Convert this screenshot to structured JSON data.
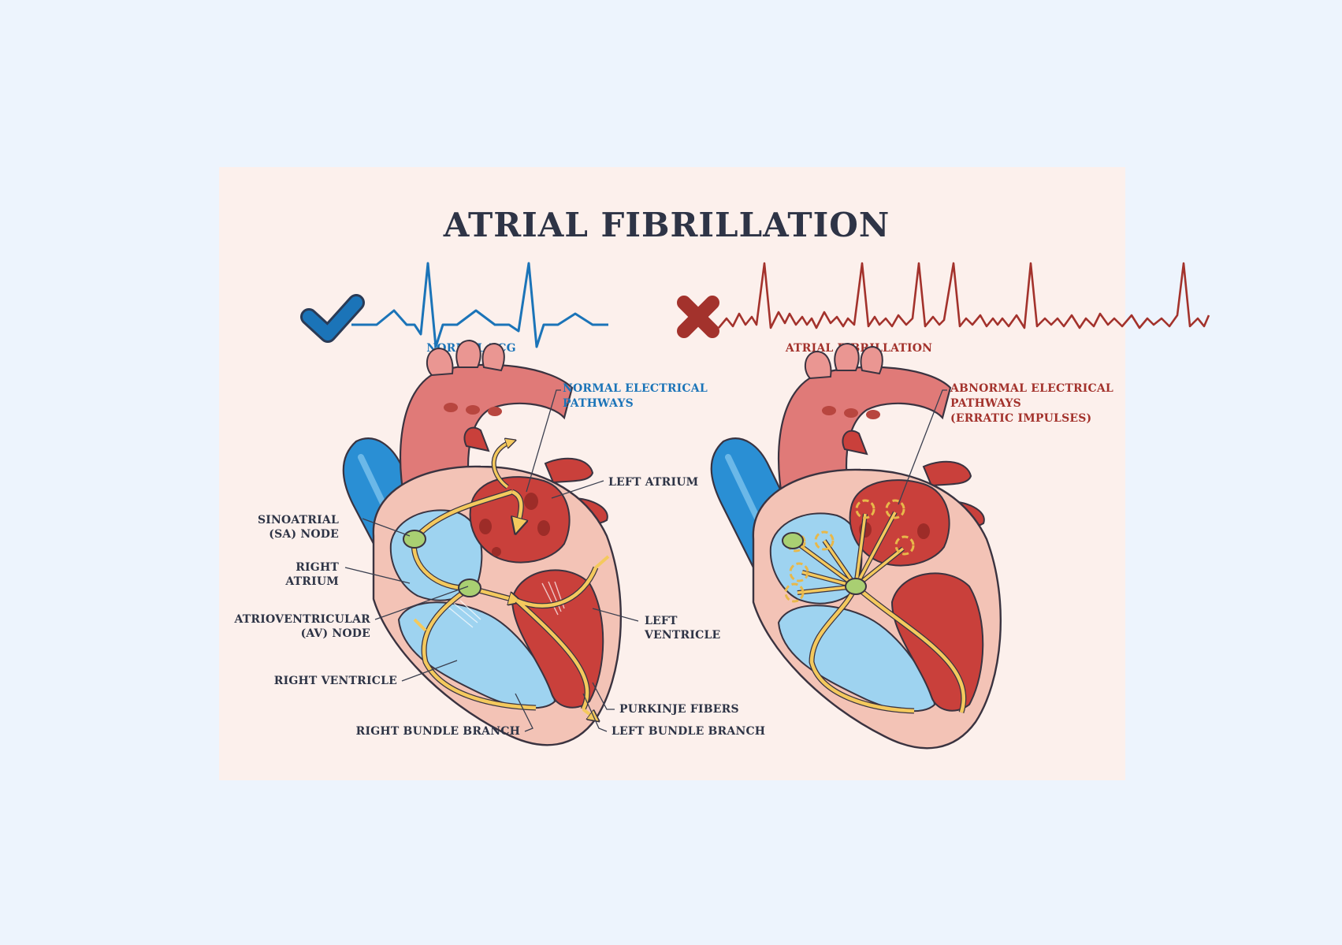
{
  "title": "ATRIAL FIBRILLATION",
  "colors": {
    "page_background": "#edf4fd",
    "card_background": "#fcf0ec",
    "normal_blue": "#1b74b8",
    "afib_red": "#a3322c",
    "title_dark": "#2e3446",
    "pathway_yellow": "#f4c95d",
    "node_green": "#a9cf72"
  },
  "normal": {
    "status_icon": "checkmark-icon",
    "ecg_label": "NORMAL ECG",
    "pathway_label_line1": "NORMAL ELECTRICAL",
    "pathway_label_line2": "PATHWAYS"
  },
  "afib": {
    "status_icon": "cross-icon",
    "ecg_label": "ATRIAL FIBRILLATION",
    "pathway_label_line1": "ABNORMAL ELECTRICAL",
    "pathway_label_line2": "PATHWAYS",
    "pathway_label_line3": "(ERRATIC IMPULSES)"
  },
  "labels": {
    "left_atrium": "LEFT ATRIUM",
    "sa_node_line1": "SINOATRIAL",
    "sa_node_line2": "(SA) NODE",
    "right_atrium_line1": "RIGHT",
    "right_atrium_line2": "ATRIUM",
    "av_node_line1": "ATRIOVENTRICULAR",
    "av_node_line2": "(AV) NODE",
    "left_ventricle_line1": "LEFT",
    "left_ventricle_line2": "VENTRICLE",
    "right_ventricle": "RIGHT VENTRICLE",
    "purkinje_fibers": "PURKINJE FIBERS",
    "right_bundle_branch": "RIGHT BUNDLE BRANCH",
    "left_bundle_branch": "LEFT BUNDLE BRANCH"
  }
}
